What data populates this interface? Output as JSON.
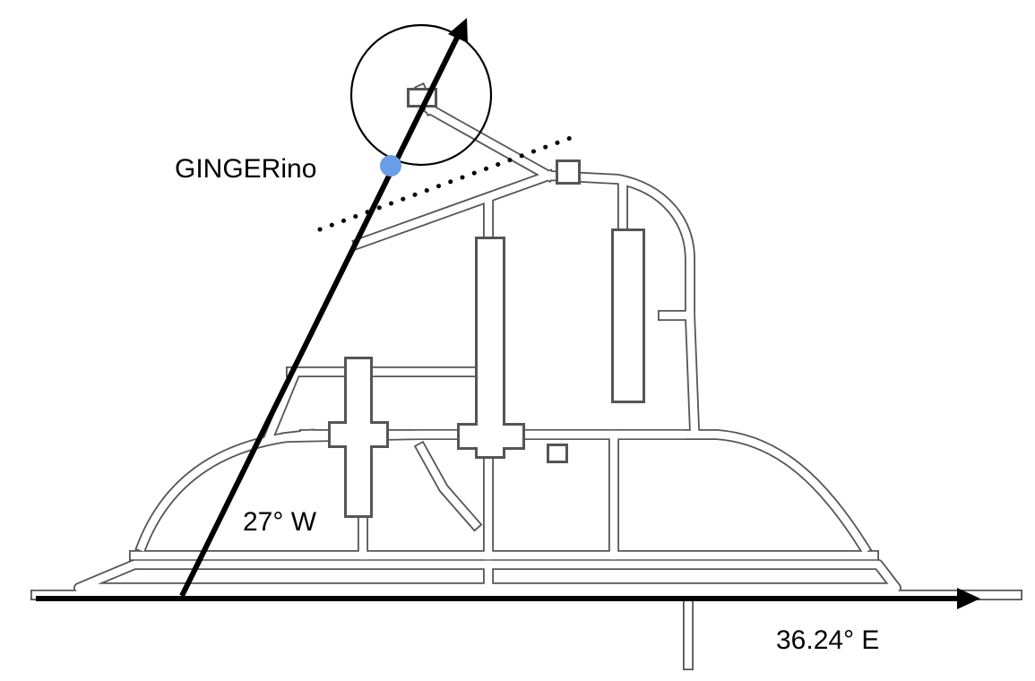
{
  "labels": {
    "gingerino": "GINGERino",
    "west_angle": "27° W",
    "east_angle": "36.24° E"
  },
  "colors": {
    "marker": "#6a9de8",
    "arrows": "#000000",
    "tunnels": "#555555"
  }
}
